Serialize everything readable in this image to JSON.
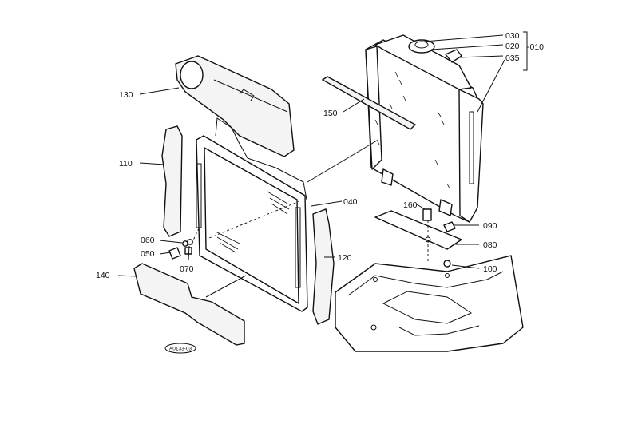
{
  "callouts": [
    {
      "id": "c030",
      "text": "030"
    },
    {
      "id": "c020",
      "text": "020"
    },
    {
      "id": "c010",
      "text": "-010"
    },
    {
      "id": "c035",
      "text": "035"
    },
    {
      "id": "c130",
      "text": "130"
    },
    {
      "id": "c150",
      "text": "150"
    },
    {
      "id": "c110",
      "text": "110"
    },
    {
      "id": "c040",
      "text": "040"
    },
    {
      "id": "c160",
      "text": "160"
    },
    {
      "id": "c090",
      "text": "090"
    },
    {
      "id": "c080",
      "text": "080"
    },
    {
      "id": "c060",
      "text": "060"
    },
    {
      "id": "c050",
      "text": "050"
    },
    {
      "id": "c070",
      "text": "070"
    },
    {
      "id": "c120",
      "text": "120"
    },
    {
      "id": "c100",
      "text": "100"
    },
    {
      "id": "c140",
      "text": "140"
    }
  ],
  "reference_code": "A0133-03"
}
